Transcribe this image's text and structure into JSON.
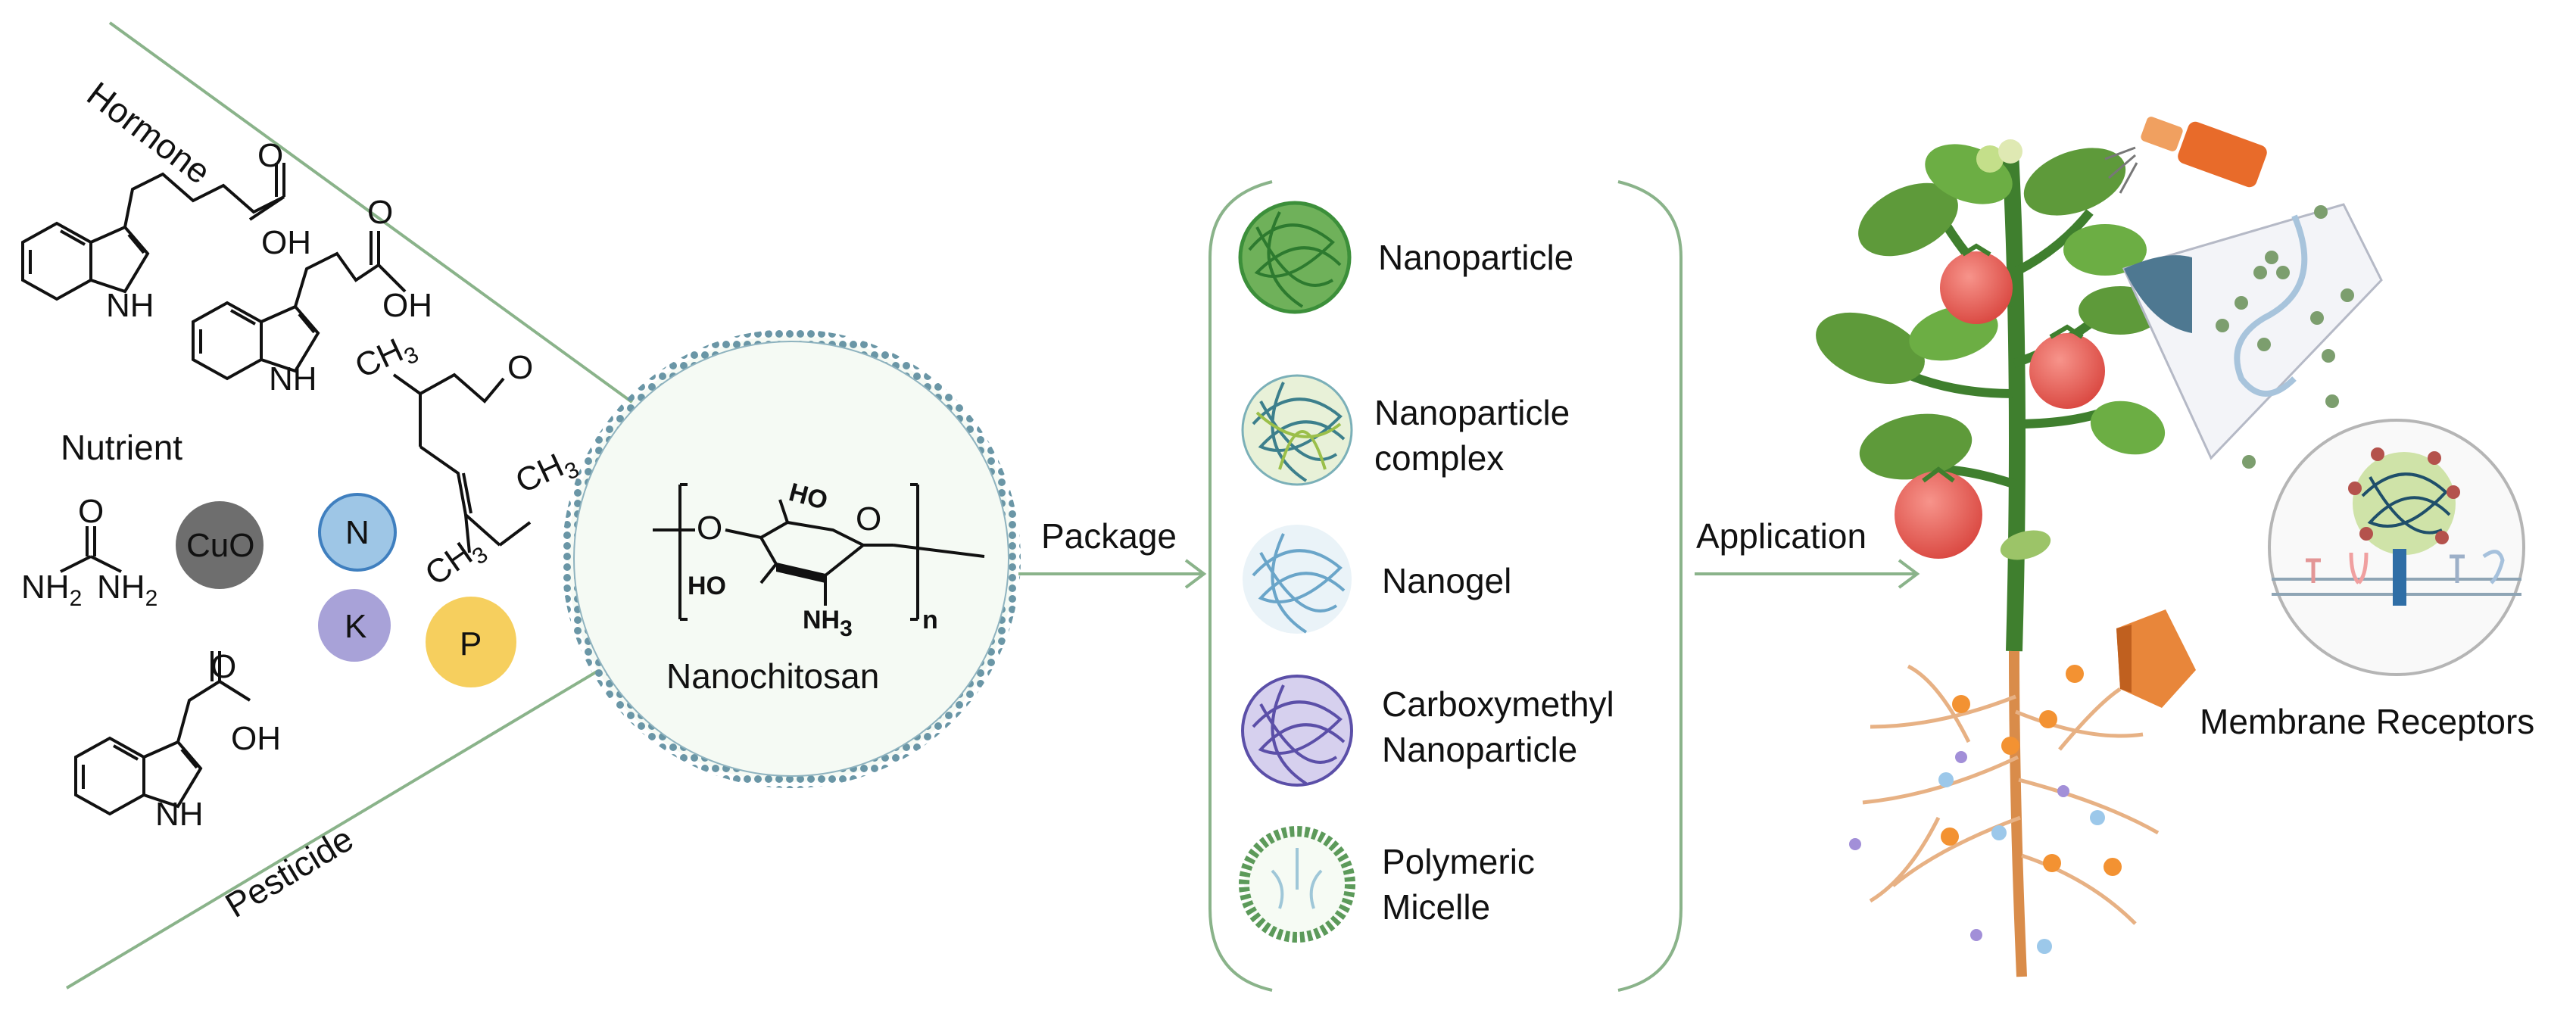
{
  "categories": {
    "hormone": "Hormone",
    "nutrient": "Nutrient",
    "pesticide": "Pesticide"
  },
  "chemistry": {
    "oh": "OH",
    "nh": "NH",
    "ch3": "CH",
    "ch3_sub": "3",
    "o": "O",
    "nh2": "NH",
    "nh2_sub": "2",
    "cuo": "CuO",
    "n": "N",
    "k": "K",
    "p": "P",
    "ho": "HO",
    "nh3": "NH",
    "nh3_sub": "3",
    "n_sub": "n"
  },
  "center": {
    "label": "Nanochitosan"
  },
  "arrows": {
    "package": "Package",
    "application": "Application"
  },
  "forms": {
    "items": [
      {
        "line1": "Nanoparticle",
        "line2": ""
      },
      {
        "line1": "Nanoparticle",
        "line2": "complex"
      },
      {
        "line1": "Nanogel",
        "line2": ""
      },
      {
        "line1": "Carboxymethyl",
        "line2": "Nanoparticle"
      },
      {
        "line1": "Polymeric",
        "line2": "Micelle"
      }
    ]
  },
  "receptor": {
    "label": "Membrane Receptors"
  },
  "colors": {
    "line_green": "#8ab38a",
    "circle_teal": "#6a96a6",
    "cuo_gray": "#6e6e6e",
    "n_blue": "#9ec6e6",
    "k_purple": "#a8a2d8",
    "p_yellow": "#f6cf5e",
    "tomato": "#e8605a",
    "leaf": "#5e9a3a"
  }
}
